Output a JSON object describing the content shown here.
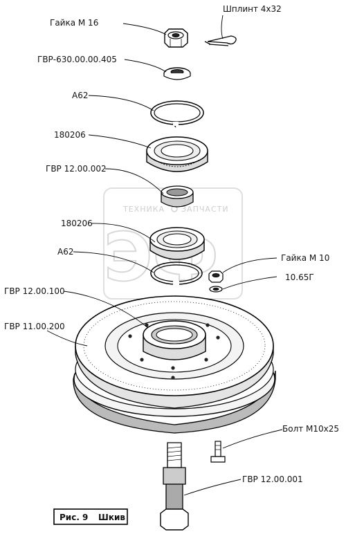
{
  "figure": {
    "caption_num": "Рис. 9",
    "caption_title": "Шкив"
  },
  "watermark": {
    "line1": "ТЕХНИКА",
    "line2": "ЗАПЧАСТИ",
    "logo": "ЭФ"
  },
  "labels": {
    "nut_m16": "Гайка М 16",
    "cotter_pin": "Шплинт 4х32",
    "washer": "ГВР-630.00.00.405",
    "ring_top": "А62",
    "bearing_top": "180206",
    "spacer": "ГВР 12.00.002",
    "bearing_bottom": "180206",
    "ring_bottom": "А62",
    "nut_m10": "Гайка М 10",
    "lock_washer": "10.65Г",
    "hub": "ГВР 12.00.100",
    "pulley": "ГВР 11.00.200",
    "bolt": "Болт М10х25",
    "axle": "ГВР 12.00.001"
  }
}
